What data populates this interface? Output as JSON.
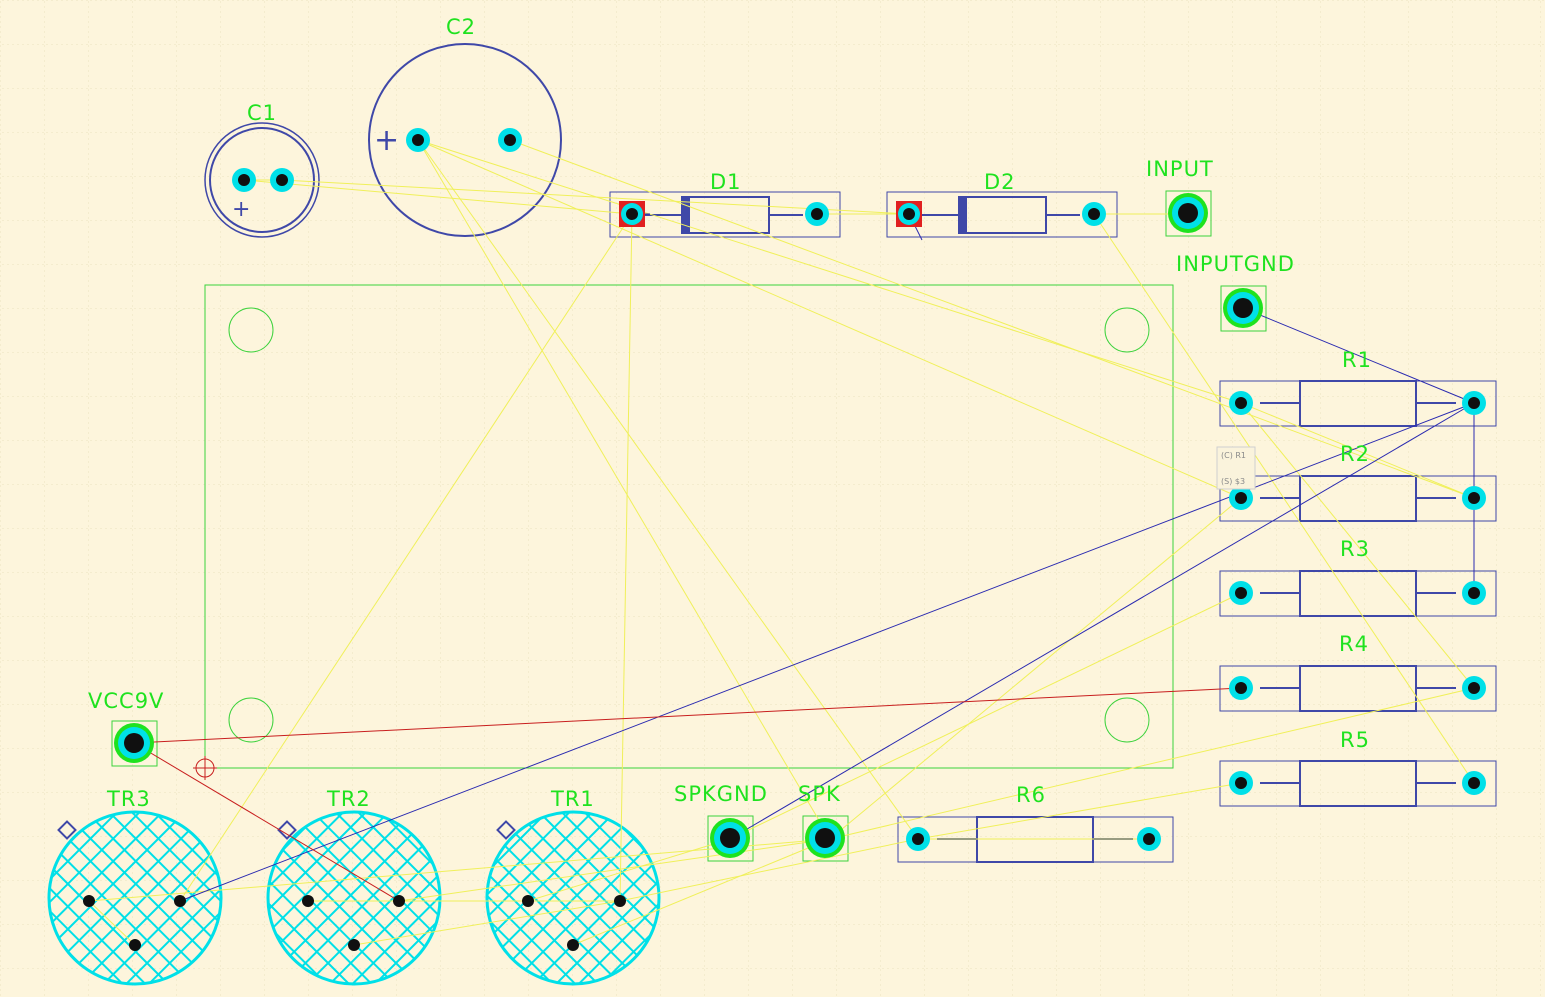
{
  "board": {
    "background": "#fdf5dc",
    "grid_color": "#e9dfb8",
    "outline_color": "#3cd23c",
    "silk_color": "#3f48a8",
    "pad_color": "#00e0e8",
    "label_color": "#1fe21f",
    "ratsnest_color": "#f0f05a",
    "track_blue": "#2a2ab0",
    "track_red": "#c81e1e"
  },
  "components": {
    "c1": "C1",
    "c2": "C2",
    "d1": "D1",
    "d2": "D2",
    "input": "INPUT",
    "inputgnd": "INPUTGND",
    "r1": "R1",
    "r2": "R2",
    "r3": "R3",
    "r4": "R4",
    "r5": "R5",
    "r6": "R6",
    "vcc9v": "VCC9V",
    "tr1": "TR1",
    "tr2": "TR2",
    "tr3": "TR3",
    "spkgnd": "SPKGND",
    "spk": "SPK"
  },
  "polarity": {
    "c1_plus": "+",
    "c2_plus": "+"
  },
  "tooltip": {
    "line1": "(C) R1",
    "line2": "(S) $3"
  },
  "icons": [
    "mounting-hole-icon",
    "origin-marker-icon",
    "pin1-marker-icon"
  ]
}
